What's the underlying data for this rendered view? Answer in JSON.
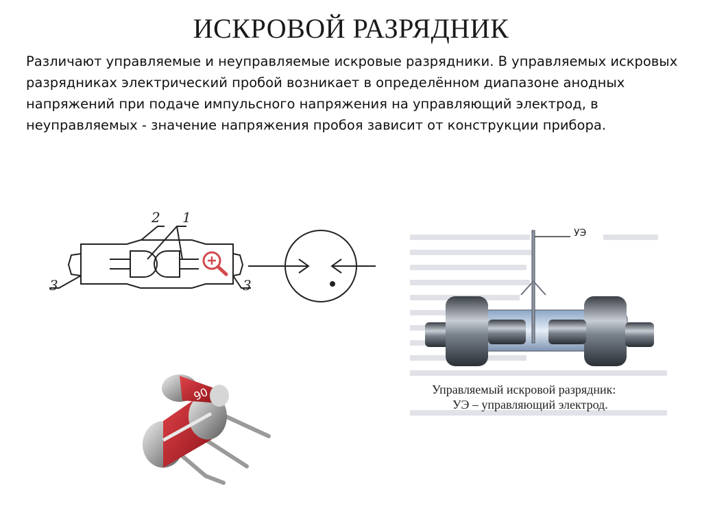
{
  "slide": {
    "title": "ИСКРОВОЙ РАЗРЯДНИК",
    "paragraph": "Различают управляемые и неуправляемые искровые разрядники. В управляемых искровых разрядниках электрический пробой возникает в определённом диапазоне анодных напряжений при подаче импульсного напряжения на управляющий электрод, в неуправляемых - значение напряжения пробоя зависит от конструкции прибора."
  },
  "schematic": {
    "labels": {
      "n2": "2",
      "n1": "1",
      "n3_left": "3",
      "n3_right": "3"
    }
  },
  "photo_figure": {
    "electrode_label": "УЭ",
    "caption_line1": "Управляемый искровой разрядник:",
    "caption_line2": "УЭ – управляющий электрод."
  },
  "component_photo": {
    "marking": "90"
  },
  "colors": {
    "text": "#111111",
    "accent_red": "#c8242b",
    "zoom_icon": "#d24a4f"
  },
  "icons": {
    "zoom": "zoom-in-icon"
  }
}
